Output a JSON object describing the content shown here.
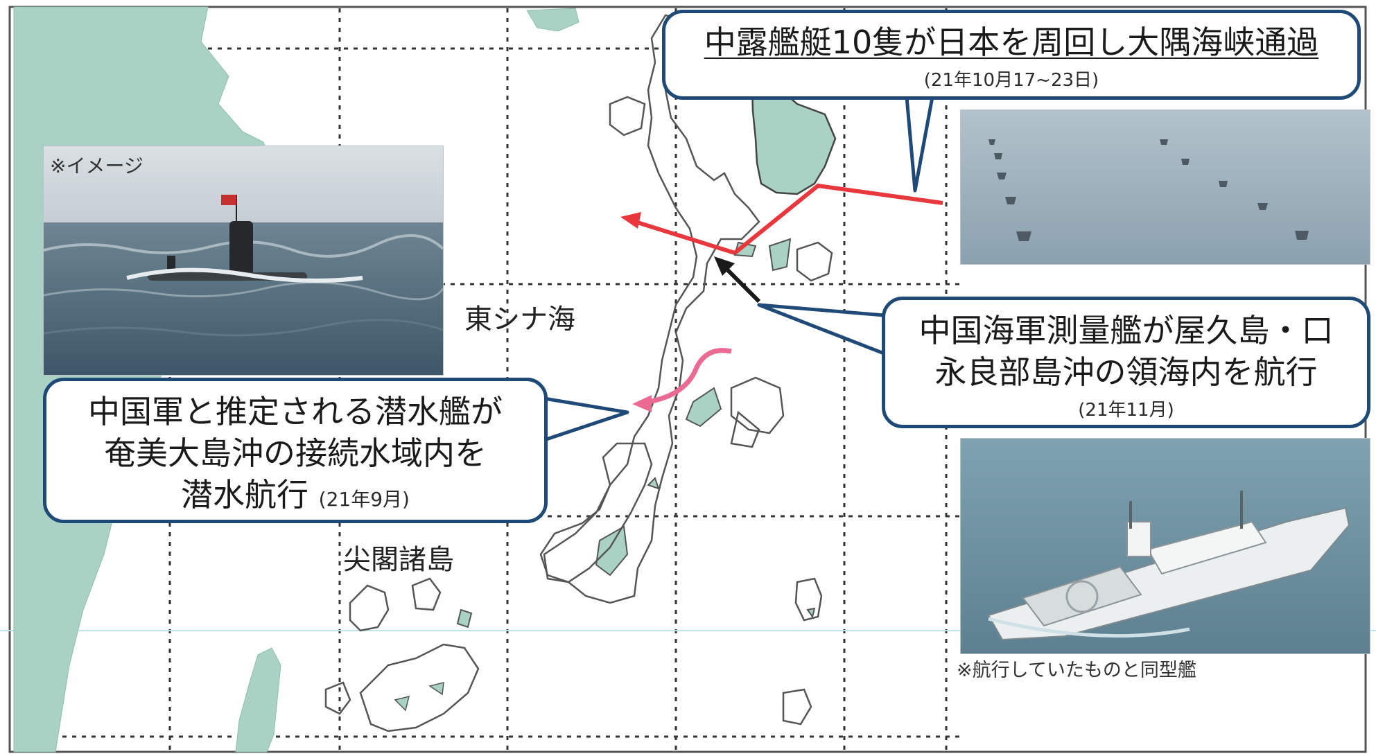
{
  "map": {
    "labels": {
      "sea": "東シナ海",
      "senkaku": "尖閣諸島"
    }
  },
  "callouts": {
    "ships_circumnavigation": {
      "title": "中露艦艇10隻が日本を周回し大隅海峡通過",
      "date": "(21年10月17~23日)",
      "route_color": "#e8373d"
    },
    "survey_ship": {
      "line1": "中国海軍測量艦が屋久島・口",
      "line2": "永良部島沖の領海内を航行",
      "date": "(21年11月)",
      "route_color": "#1a1a1a"
    },
    "submarine": {
      "line1": "中国軍と推定される潜水艦が",
      "line2": "奄美大島沖の接続水域内を",
      "line3": "潜水航行",
      "date": "(21年9月)",
      "route_color": "#ea6a92"
    }
  },
  "photos": {
    "submarine_caption": "※イメージ",
    "survey_ship_caption": "※航行していたものと同型艦"
  },
  "colors": {
    "callout_border": "#1f4a78",
    "land": "#a9d2c4",
    "grid": "#333333"
  }
}
